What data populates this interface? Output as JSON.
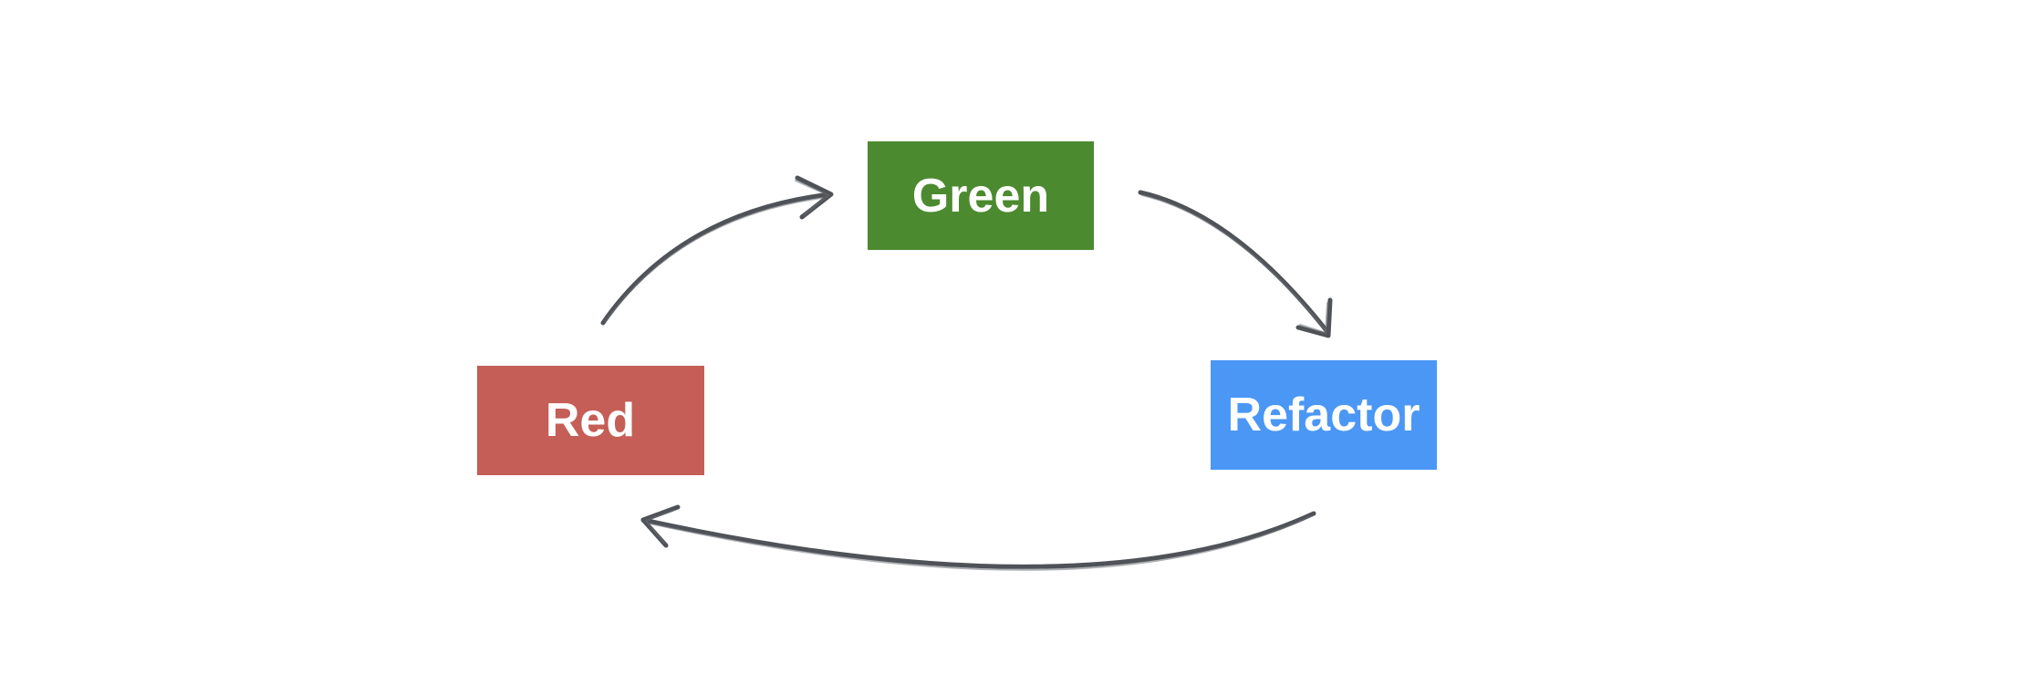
{
  "nodes": {
    "red": {
      "label": "Red",
      "color": "#c55e57"
    },
    "green": {
      "label": "Green",
      "color": "#4c8a2f"
    },
    "refactor": {
      "label": "Refactor",
      "color": "#4a97f5"
    }
  },
  "edges": [
    {
      "from": "Red",
      "to": "Green"
    },
    {
      "from": "Green",
      "to": "Refactor"
    },
    {
      "from": "Refactor",
      "to": "Red"
    }
  ],
  "arrow_color": "#4f5257"
}
